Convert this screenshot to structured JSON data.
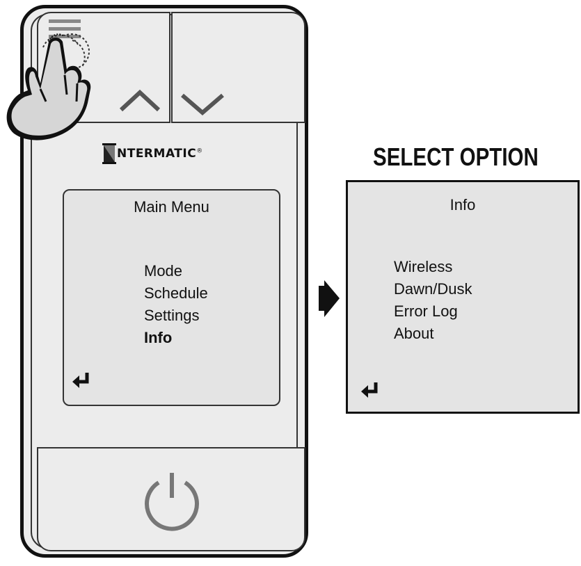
{
  "brand": {
    "name": "NTERMATIC",
    "registered": "®",
    "logo_mark": "intermatic-logo-icon"
  },
  "heading": "SELECT OPTION",
  "main_screen": {
    "title": "Main Menu",
    "items": [
      "Mode",
      "Schedule",
      "Settings",
      "Info"
    ],
    "selected_index": 3,
    "enter_icon": "return-arrow-icon"
  },
  "option_screen": {
    "title": "Info",
    "items": [
      "Wireless",
      "Dawn/Dusk",
      "Error Log",
      "About"
    ],
    "enter_icon": "return-arrow-icon"
  },
  "buttons": {
    "menu": "menu-lines-icon",
    "up": "chevron-up-icon",
    "down": "chevron-down-icon",
    "power": "power-icon"
  },
  "colors": {
    "device_fill": "#ececec",
    "screen_fill": "#e4e4e4",
    "outline": "#111111",
    "icon_gray": "#888888"
  }
}
